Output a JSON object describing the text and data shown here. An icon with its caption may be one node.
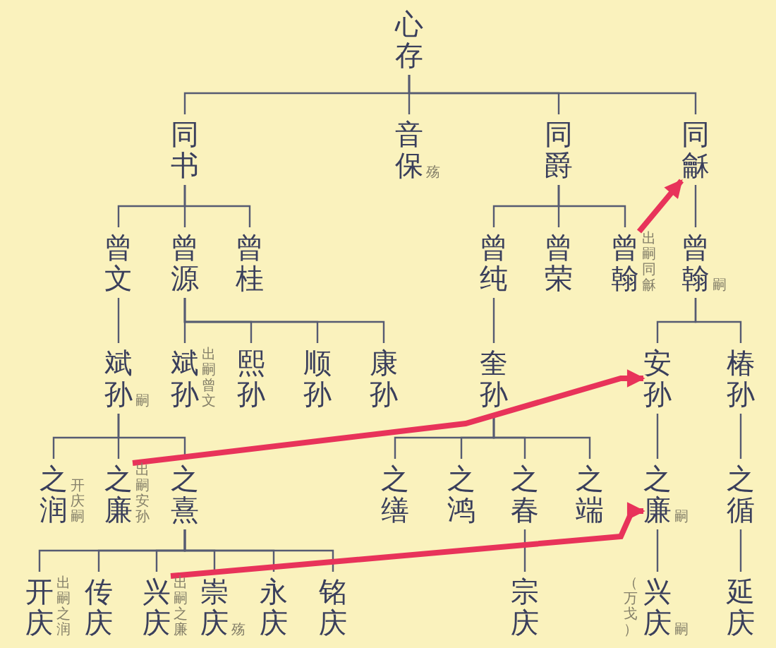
{
  "diagram": {
    "nodes": [
      {
        "text": [
          "心存"
        ]
      },
      {
        "text": [
          "同书"
        ]
      },
      {
        "text": [
          "音保"
        ],
        "beside": [
          "殇"
        ]
      },
      {
        "text": [
          "同爵"
        ]
      },
      {
        "text": [
          "同龢"
        ]
      },
      {
        "text": [
          "曾文"
        ]
      },
      {
        "text": [
          "曾源"
        ]
      },
      {
        "text": [
          "曾桂"
        ]
      },
      {
        "text": [
          "曾纯"
        ]
      },
      {
        "text": [
          "曾荣"
        ]
      },
      {
        "text": [
          "曾翰"
        ],
        "beside": [
          "出嗣同龢"
        ]
      },
      {
        "text": [
          "曾翰"
        ],
        "beside": [
          "嗣"
        ]
      },
      {
        "text": [
          "斌孙"
        ],
        "beside": [
          "嗣"
        ]
      },
      {
        "text": [
          "斌孙"
        ],
        "beside": [
          "出嗣曾文"
        ]
      },
      {
        "text": [
          "熙孙"
        ]
      },
      {
        "text": [
          "顺孙"
        ]
      },
      {
        "text": [
          "康孙"
        ]
      },
      {
        "text": [
          "奎孙"
        ]
      },
      {
        "text": [
          "安孙"
        ]
      },
      {
        "text": [
          "椿孙"
        ]
      },
      {
        "text": [
          "之润"
        ],
        "beside": [
          "开庆嗣"
        ]
      },
      {
        "text": [
          "之廉"
        ],
        "beside": [
          "出嗣安孙"
        ]
      },
      {
        "text": [
          "之熹"
        ]
      },
      {
        "text": [
          "之缮"
        ]
      },
      {
        "text": [
          "之鸿"
        ]
      },
      {
        "text": [
          "之春"
        ]
      },
      {
        "text": [
          "之端"
        ]
      },
      {
        "text": [
          "之廉"
        ],
        "beside": [
          "嗣"
        ]
      },
      {
        "text": [
          "之循"
        ]
      },
      {
        "text": [
          "开庆"
        ],
        "beside": [
          "出嗣之润"
        ]
      },
      {
        "text": [
          "传庆"
        ]
      },
      {
        "text": [
          "兴庆"
        ],
        "beside": [
          "出嗣之廉"
        ]
      },
      {
        "text": [
          "崇庆"
        ],
        "beside": [
          "殇"
        ]
      },
      {
        "text": [
          "永庆"
        ]
      },
      {
        "text": [
          "铭庆"
        ]
      },
      {
        "text": [
          "宗庆"
        ]
      },
      {
        "text": [
          "兴庆"
        ],
        "beside": [
          "（万戈）",
          "嗣"
        ]
      },
      {
        "text": [
          "延庆"
        ]
      }
    ],
    "edges": [
      {
        "from": 0,
        "to": 1,
        "arrow": "none"
      },
      {
        "from": 0,
        "to": 2,
        "arrow": "none"
      },
      {
        "from": 0,
        "to": 3,
        "arrow": "none"
      },
      {
        "from": 0,
        "to": 4,
        "arrow": "none"
      },
      {
        "from": 1,
        "to": 5,
        "arrow": "none"
      },
      {
        "from": 1,
        "to": 6,
        "arrow": "none"
      },
      {
        "from": 1,
        "to": 7,
        "arrow": "none"
      },
      {
        "from": 3,
        "to": 8,
        "arrow": "none"
      },
      {
        "from": 3,
        "to": 9,
        "arrow": "none"
      },
      {
        "from": 3,
        "to": 10,
        "arrow": "none"
      },
      {
        "from": 4,
        "to": 11,
        "arrow": "none"
      },
      {
        "from": 5,
        "to": 12,
        "arrow": "none"
      },
      {
        "from": 6,
        "to": 13,
        "arrow": "none"
      },
      {
        "from": 6,
        "to": 14,
        "arrow": "none"
      },
      {
        "from": 6,
        "to": 15,
        "arrow": "none"
      },
      {
        "from": 6,
        "to": 16,
        "arrow": "none"
      },
      {
        "from": 8,
        "to": 17,
        "arrow": "none"
      },
      {
        "from": 11,
        "to": 18,
        "arrow": "none"
      },
      {
        "from": 11,
        "to": 19,
        "arrow": "none"
      },
      {
        "from": 12,
        "to": 20,
        "arrow": "none"
      },
      {
        "from": 12,
        "to": 21,
        "arrow": "none"
      },
      {
        "from": 12,
        "to": 22,
        "arrow": "none"
      },
      {
        "from": 17,
        "to": 23,
        "arrow": "none"
      },
      {
        "from": 17,
        "to": 24,
        "arrow": "none"
      },
      {
        "from": 17,
        "to": 25,
        "arrow": "none"
      },
      {
        "from": 17,
        "to": 26,
        "arrow": "none"
      },
      {
        "from": 18,
        "to": 27,
        "arrow": "none"
      },
      {
        "from": 19,
        "to": 28,
        "arrow": "none"
      },
      {
        "from": 22,
        "to": 29,
        "arrow": "none"
      },
      {
        "from": 22,
        "to": 30,
        "arrow": "none"
      },
      {
        "from": 22,
        "to": 31,
        "arrow": "none"
      },
      {
        "from": 22,
        "to": 32,
        "arrow": "none"
      },
      {
        "from": 22,
        "to": 33,
        "arrow": "none"
      },
      {
        "from": 22,
        "to": 34,
        "arrow": "none"
      },
      {
        "from": 25,
        "to": 35,
        "arrow": "none"
      },
      {
        "from": 27,
        "to": 36,
        "arrow": "none"
      },
      {
        "from": 28,
        "to": 37,
        "arrow": "none"
      },
      {
        "from": 10,
        "to": 4,
        "arrow": "to",
        "style": "thick",
        "color": "#e8335a"
      },
      {
        "from": 21,
        "to": 18,
        "arrow": "to",
        "style": "thick",
        "color": "#e8335a"
      },
      {
        "from": 31,
        "to": 27,
        "arrow": "to",
        "style": "thick",
        "color": "#e8335a"
      }
    ]
  }
}
